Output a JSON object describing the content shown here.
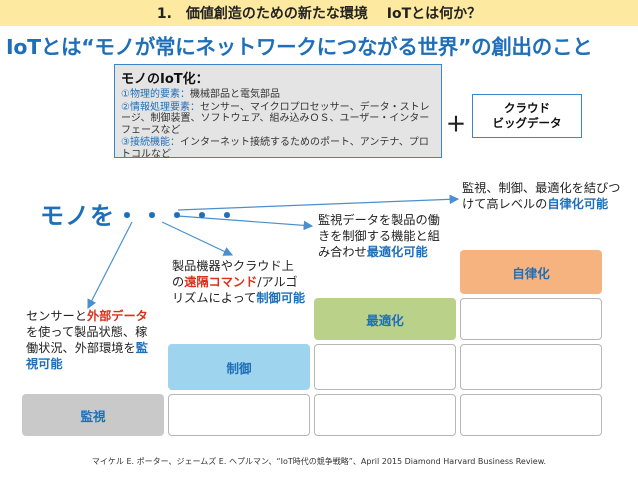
{
  "header": {
    "title": "1.　価値創造のための新たな環境　 IoTとは何か？"
  },
  "main_title": "IoTとは“モノが常にネットワークにつながる世界”の創出のこと",
  "things_box": {
    "title": "モノのIoT化：",
    "elements": [
      {
        "label": "①物理的要素：",
        "text": "機械部品と電気部品"
      },
      {
        "label": "②情報処理要素：",
        "text": "センサー、マイクロプロセッサー、データ・ストレージ、制御装置、ソフトウェア、組み込みＯＳ、ユーザー・インターフェースなど"
      },
      {
        "label": "③接続機能：",
        "text": "インターネット接続するためのポート、アンテナ、プロトコルなど"
      }
    ]
  },
  "plus": "＋",
  "cloud": {
    "line1": "クラウド",
    "line2": "ビッグデータ"
  },
  "mono_label": "モノを・・・・・",
  "notes": {
    "monitor": {
      "pre": "センサーと",
      "red": "外部データ",
      "mid": "を使って製品状態、稼働状況、外部環境を",
      "blue": "監視可能"
    },
    "control": {
      "pre": "製品機器やクラウド上の",
      "red": "遠隔コマンド",
      "mid": "/アルゴリズムによって",
      "blue": "制御可能"
    },
    "optimize": {
      "pre": "監視データを製品の働きを制御する機能と組み合わせ",
      "blue": "最適化可能"
    },
    "autonomy": {
      "pre": "監視、制御、最適化を結びつけて高レベルの",
      "blue": "自律化可能"
    }
  },
  "levels": {
    "monitor": "監視",
    "control": "制御",
    "optimize": "最適化",
    "autonomy": "自律化"
  },
  "colors": {
    "header_bg": "#fde9a0",
    "title_blue": "#1f6fb8",
    "monitor_gray": "#c9c9c9",
    "control_blue": "#9fd4ee",
    "optimize_green": "#b9d189",
    "autonomy_orange": "#f6b27f",
    "highlight_red": "#d8321c"
  },
  "citation": "マイケル E. ポーター、ジェームズ E. ヘプルマン、“IoT時代の競争戦略”、April 2015 Diamond Harvard Business Review."
}
